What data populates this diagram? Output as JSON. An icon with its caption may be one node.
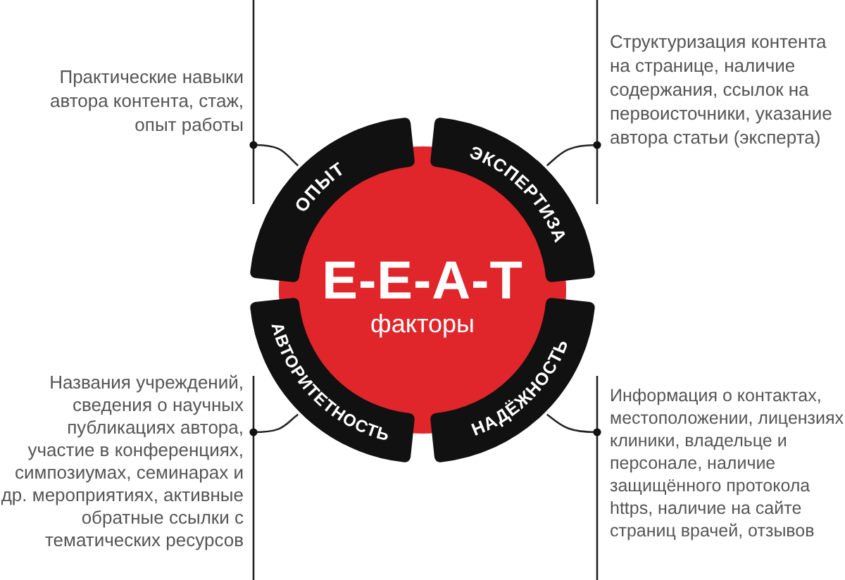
{
  "diagram": {
    "nodes": [
      {
        "text": [
          "Практические навыки автора контента, стаж, опыт работы"
        ]
      },
      {
        "text": [
          "Структуризация контента на странице, наличие содержания, ссылок на первоисточники, указание автора статьи (эксперта)"
        ]
      },
      {
        "text": [
          "ОПЫТ"
        ]
      },
      {
        "text": [
          "ЭКСПЕРТИЗА"
        ]
      },
      {
        "text": [
          "E-E-A-T",
          "факторы"
        ]
      },
      {
        "text": [
          "АВТОРИТЕТНОСТЬ"
        ]
      },
      {
        "text": [
          "НАДЁЖНОСТЬ"
        ]
      },
      {
        "text": [
          "Названия учреждений, сведения о научных публикациях автора, участие в конференциях, симпозиумах, семинарах и др. мероприятиях, активные обратные ссылки с тематических ресурсов"
        ]
      },
      {
        "text": [
          "Информация о контактах, местоположении, лицензиях клиники, владельце и персонале, наличие защищённого протокола https, наличие на сайте страниц врачей, отзывов"
        ]
      }
    ],
    "edges": [
      {
        "from": 0,
        "to": 2,
        "arrow": "other"
      },
      {
        "from": 1,
        "to": 3,
        "arrow": "other"
      },
      {
        "from": 7,
        "to": 5,
        "arrow": "other"
      },
      {
        "from": 8,
        "to": 6,
        "arrow": "other"
      }
    ]
  }
}
